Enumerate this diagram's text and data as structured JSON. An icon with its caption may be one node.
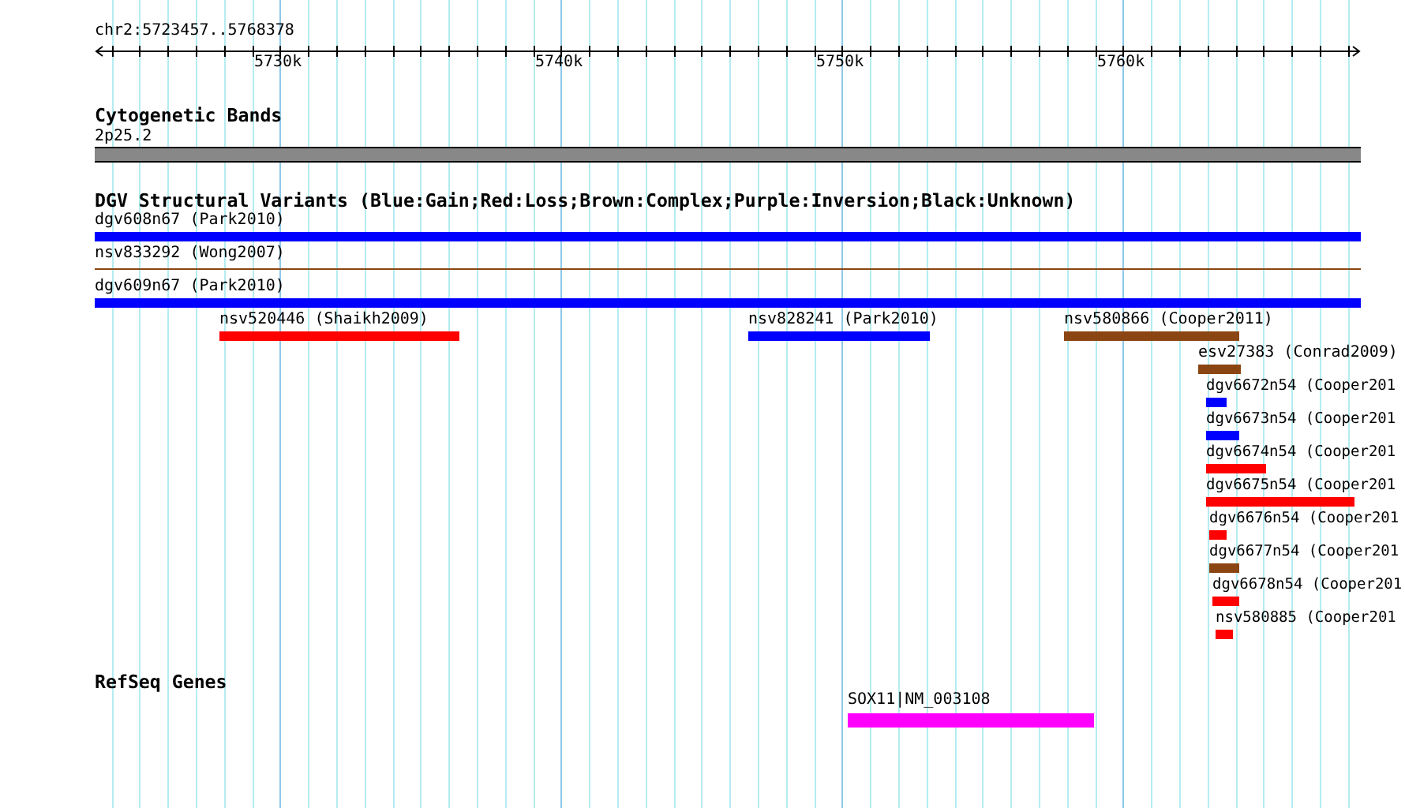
{
  "diagram": {
    "nodes": [
      {
        "text": [
          "2p25.2"
        ]
      },
      {
        "text": [
          "dgv608n67 (Park2010)"
        ]
      },
      {
        "text": [
          "nsv833292 (Wong2007)"
        ]
      },
      {
        "text": [
          "dgv609n67 (Park2010)"
        ]
      },
      {
        "text": [
          "nsv520446 (Shaikh2009)"
        ]
      },
      {
        "text": [
          "nsv828241 (Park2010)"
        ]
      },
      {
        "text": [
          "nsv580866 (Cooper2011)"
        ]
      },
      {
        "text": [
          "esv27383 (Conrad2009)"
        ]
      },
      {
        "text": [
          "dgv6672n54 (Cooper201"
        ]
      },
      {
        "text": [
          "dgv6673n54 (Cooper201"
        ]
      },
      {
        "text": [
          "dgv6674n54 (Cooper201"
        ]
      },
      {
        "text": [
          "dgv6675n54 (Cooper201"
        ]
      },
      {
        "text": [
          "dgv6676n54 (Cooper201"
        ]
      },
      {
        "text": [
          "dgv6677n54 (Cooper201"
        ]
      },
      {
        "text": [
          "dgv6678n54 (Cooper201"
        ]
      },
      {
        "text": [
          "nsv580885 (Cooper201"
        ]
      },
      {
        "text": [
          "SOX11|NM_003108"
        ]
      }
    ],
    "labels": [
      "chr2:5723457..5768378",
      "5730k",
      "5740k",
      "5750k",
      "5760k",
      "Cytogenetic Bands",
      "DGV Structural Variants (Blue:Gain;Red:Loss;Brown:Complex;Purple:Inversion;Black:Unknown)",
      "RefSeq Genes"
    ]
  }
}
